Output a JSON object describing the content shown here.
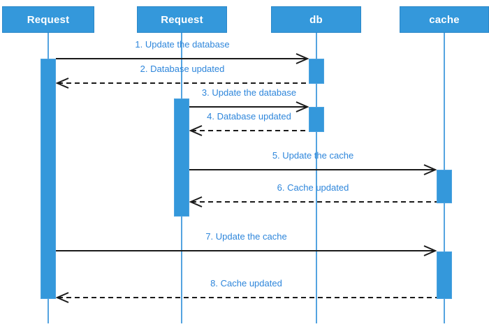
{
  "diagram": {
    "type": "uml-sequence-diagram",
    "actors": [
      {
        "name": "Request"
      },
      {
        "name": "Request"
      },
      {
        "name": "db"
      },
      {
        "name": "cache"
      }
    ],
    "messages": [
      {
        "label": "1. Update the database",
        "from": "Request-1",
        "to": "db",
        "style": "solid",
        "direction": "right"
      },
      {
        "label": "2. Database updated",
        "from": "db",
        "to": "Request-1",
        "style": "dashed",
        "direction": "left"
      },
      {
        "label": "3. Update the database",
        "from": "Request-2",
        "to": "db",
        "style": "solid",
        "direction": "right"
      },
      {
        "label": "4. Database updated",
        "from": "db",
        "to": "Request-2",
        "style": "dashed",
        "direction": "left"
      },
      {
        "label": "5. Update the cache",
        "from": "Request-2",
        "to": "cache",
        "style": "solid",
        "direction": "right"
      },
      {
        "label": "6. Cache updated",
        "from": "cache",
        "to": "Request-2",
        "style": "dashed",
        "direction": "left"
      },
      {
        "label": "7. Update the cache",
        "from": "Request-1",
        "to": "cache",
        "style": "solid",
        "direction": "right"
      },
      {
        "label": "8. Cache updated",
        "from": "cache",
        "to": "Request-1",
        "style": "dashed",
        "direction": "left"
      }
    ],
    "colors": {
      "actor_fill": "#3498db",
      "actor_border": "#2b87c8",
      "actor_text": "#ffffff",
      "lifeline": "#54a4e0",
      "activation_fill": "#3498db",
      "message_label_text": "#2e86db",
      "arrow": "#1a1a1a",
      "background": "#ffffff"
    }
  }
}
